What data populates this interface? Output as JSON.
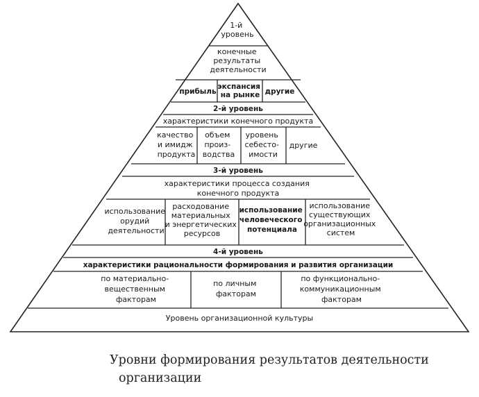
{
  "pyramid": {
    "level1": {
      "title": [
        "1-й",
        "уровень"
      ],
      "heading": [
        "конечные",
        "результаты",
        "деятельности"
      ],
      "cells": [
        [
          "прибыль"
        ],
        [
          "экспансия",
          "на рынке"
        ],
        [
          "другие"
        ]
      ]
    },
    "level2": {
      "title": "2-й уровень",
      "heading": "характеристики конечного продукта",
      "cells": [
        [
          "качество",
          "и имидж",
          "продукта"
        ],
        [
          "объем",
          "произ-",
          "водства"
        ],
        [
          "уровень",
          "себесто-",
          "имости"
        ],
        [
          "другие"
        ]
      ]
    },
    "level3": {
      "title": "3-й уровень",
      "heading": [
        "характеристики процесса создания",
        "конечного продукта"
      ],
      "cells": [
        [
          "использование",
          "орудий",
          "деятельности"
        ],
        [
          "расходование",
          "материальных",
          "и энергетических",
          "ресурсов"
        ],
        [
          "использование",
          "человеческого",
          "потенциала"
        ],
        [
          "использование",
          "существующих",
          "организационных",
          "систем"
        ]
      ]
    },
    "level4": {
      "title": "4-й уровень",
      "heading": "характеристики рациональности формирования и развития организации",
      "cells": [
        [
          "по материально-",
          "вещественным",
          "факторам"
        ],
        [
          "по личным",
          "факторам"
        ],
        [
          "по функционально-",
          "коммуникационным",
          "факторам"
        ]
      ]
    },
    "base": "Уровень организационной культуры"
  },
  "caption": [
    "Уровни формирования результатов деятельности",
    "организации"
  ]
}
